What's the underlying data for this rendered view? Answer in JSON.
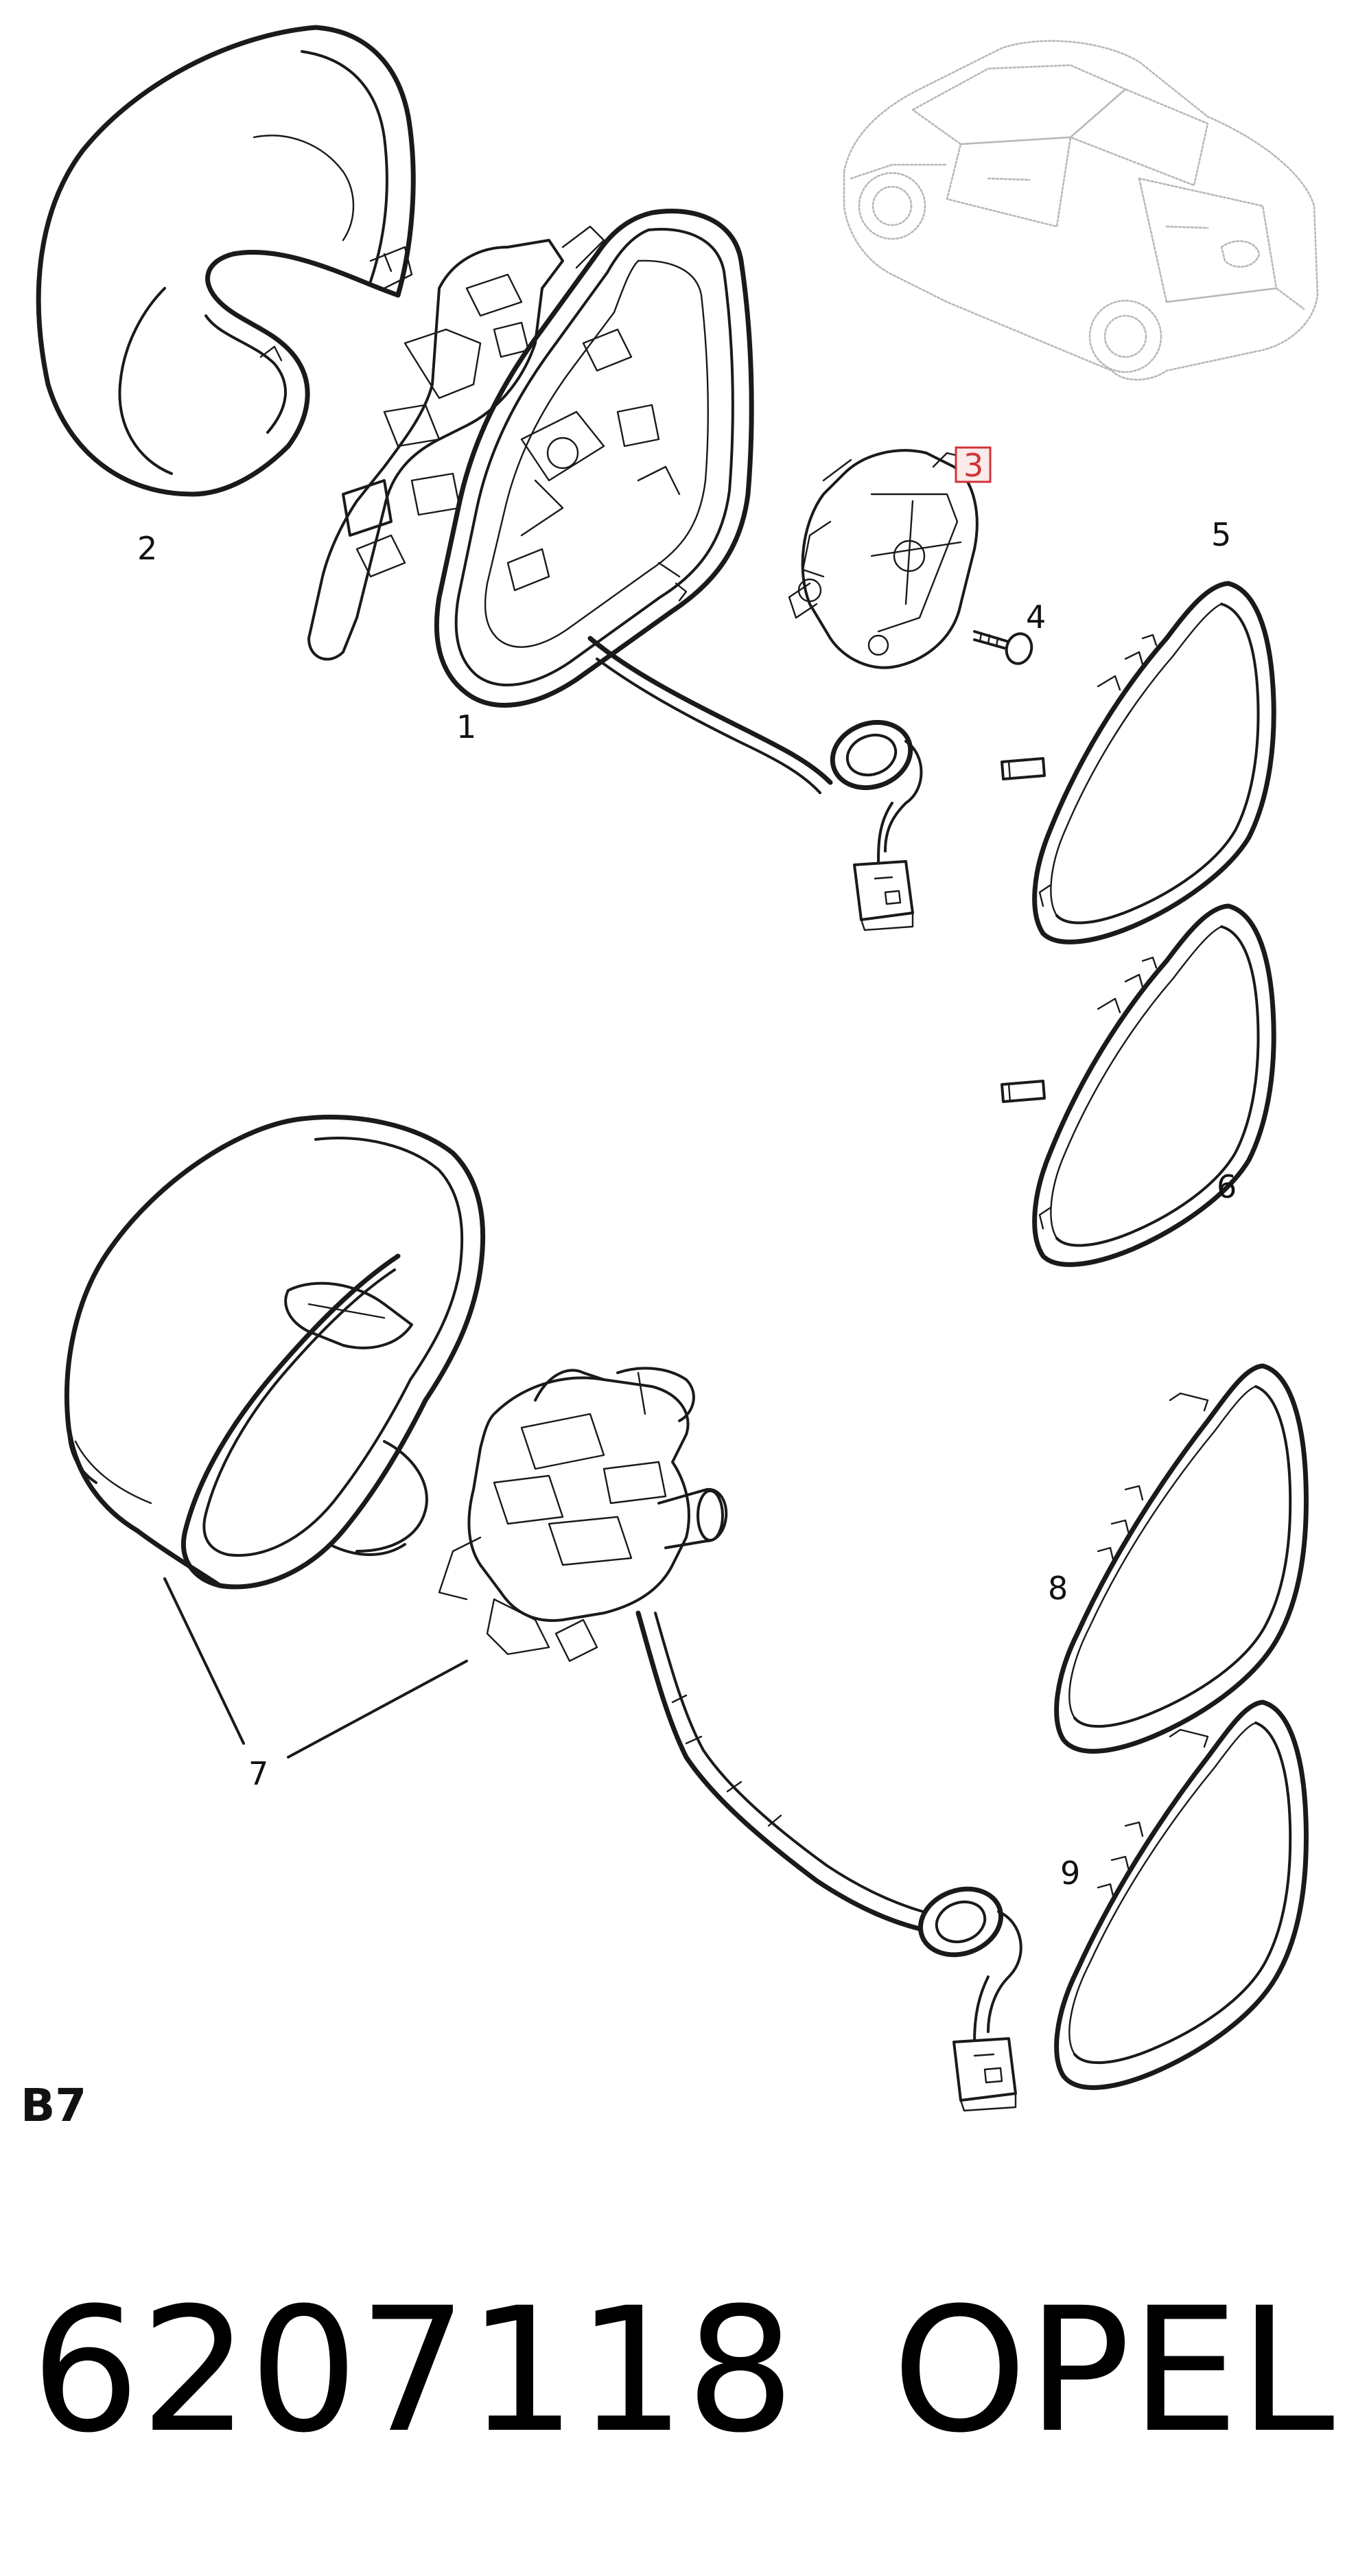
{
  "callouts": {
    "c1": "1",
    "c2": "2",
    "c3": "3",
    "c4": "4",
    "c5": "5",
    "c6": "6",
    "c7": "7",
    "c8": "8",
    "c9": "9"
  },
  "highlight_color": "#d0343a",
  "section_label": "B7",
  "part_number": "6207118",
  "brand": "OPEL"
}
